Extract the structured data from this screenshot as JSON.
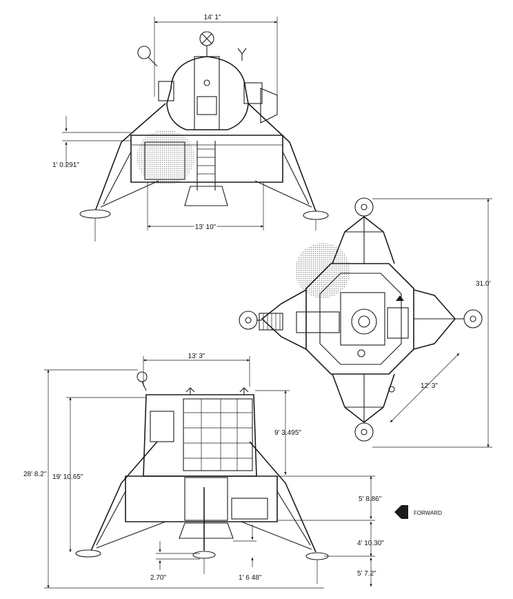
{
  "dimensions": {
    "front_width_top": "14' 1\"",
    "front_offset": "1' 0.291\"",
    "front_width_base": "13' 10\"",
    "plan_length": "31.0'",
    "plan_diagonal": "12' 3\"",
    "side_width_top": "13' 3\"",
    "side_height_total": "28' 8.2\"",
    "side_height_stage": "19' 10.65\"",
    "side_ascent_height": "9' 3.495\"",
    "side_descent_height": "5' 8.86\"",
    "side_leg_height": "4' 10.30\"",
    "side_footpad_height": "5' 7.2\"",
    "side_offset_a": "2.70\"",
    "side_offset_b": "1' 6 48\""
  },
  "direction_label": "FORWARD",
  "colors": {
    "line": "#1a1a1a",
    "shade": "#c9c9c9",
    "background": "#ffffff"
  }
}
